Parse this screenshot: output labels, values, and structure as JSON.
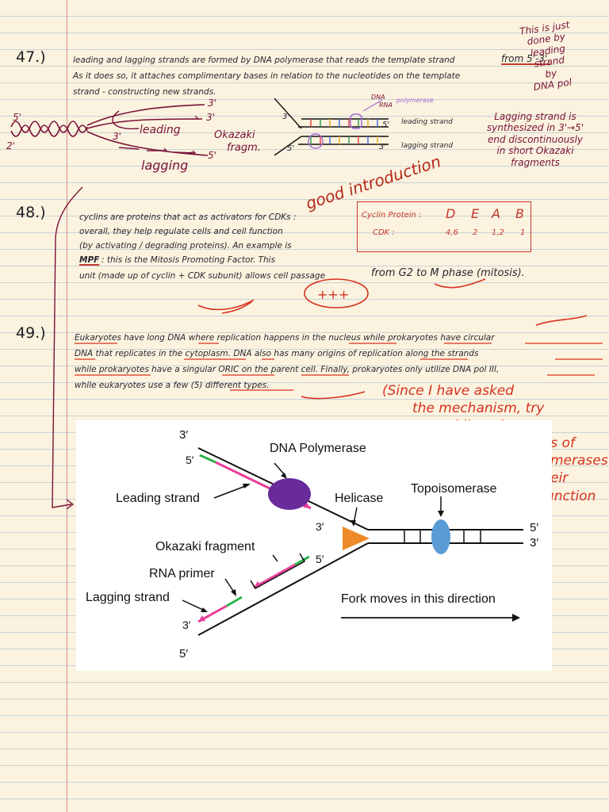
{
  "q47": {
    "number": "47.)",
    "line1": "leading and lagging strands are formed by DNA polymerase that reads the template strand",
    "line1_end": "from 5'-3'.",
    "line2": "As it does so, it attaches complimentary bases in relation to the nucleotides on the template",
    "line3": "strand - constructing new strands.",
    "sketch_left": {
      "p3a": "3'",
      "p5a": "5'",
      "p2": "2'",
      "p3b": "3'",
      "p3c": "3'",
      "p5b": "5'",
      "leading": "leading",
      "lagging": "lagging",
      "okazaki": "Okazaki",
      "fragm": "fragm."
    },
    "sketch_right": {
      "dna": "DNA",
      "rna": "RNA",
      "poly": "polymerase",
      "p3t": "3'",
      "p5t": "5'",
      "leading_strand": "leading strand",
      "p5m": "5'",
      "p3m": "3'",
      "lagging_strand": "lagging strand"
    },
    "comment_top": [
      "This is just",
      "done by",
      "leading",
      "strand",
      "by",
      "DNA pol"
    ],
    "comment_bottom": [
      "Lagging strand is",
      "synthesized in 3'→5'",
      "end discontinuously",
      "in short Okazaki",
      "fragments"
    ]
  },
  "teacher_comment_1": "good introduction",
  "q48": {
    "number": "48.)",
    "line1": "cyclins are proteins that act as activators for CDKs :",
    "line2": "overall, they help regulate cells and cell function",
    "line3": "(by activating / degrading proteins). An example is",
    "line4_a": "MPF",
    "line4_b": ": this is the Mitosis Promoting Factor. This",
    "line5": "unit (made up of cyclin + CDK subunit) allows cell passage",
    "line5_b": "from G2 to M phase (mitosis).",
    "plus": "+++",
    "table": {
      "row1_label": "Cyclin Protein :",
      "row1_values": [
        "D",
        "E",
        "A",
        "B"
      ],
      "row2_label": "CDK :",
      "row2_values": [
        "4,6",
        "2",
        "1,2",
        "1"
      ]
    }
  },
  "q49": {
    "number": "49.)",
    "line1": "Eukaryotes have long DNA where replication happens in the nucleus while prokaryotes have circular",
    "line2": "DNA that replicates in the cytoplasm. DNA also has many origins of replication along the strands",
    "line3": "while prokaryotes have a singular ORIC on the parent cell. Finally, prokaryotes only utilize DNA pol III,",
    "line4": "while eukaryotes use a few (5) different types.",
    "teacher_comment": [
      "(Since I have asked",
      "the mechanism, try",
      "adding about",
      "SSBs, types of",
      "polymerases",
      "& their",
      "function"
    ]
  },
  "diagram": {
    "p3_top_left": "3′",
    "p5_top_left": "5′",
    "dna_polymerase": "DNA Polymerase",
    "leading_strand": "Leading strand",
    "helicase": "Helicase",
    "topoisomerase": "Topoisomerase",
    "p3_mid": "3′",
    "okazaki_fragment": "Okazaki fragment",
    "p5_frag": "5′",
    "rna_primer": "RNA primer",
    "lagging_strand": "Lagging strand",
    "p3_bottom": "3′",
    "p5_bottom": "5′",
    "p5_right": "5′",
    "p3_right": "3′",
    "fork_direction": "Fork moves in this direction"
  },
  "colors": {
    "paper": "#fbf3df",
    "rule": "#c9d2d8",
    "margin": "#d98a8a",
    "pen_dark": "#2a2630",
    "pen_maroon": "#7a1238",
    "pen_red": "#d6321f",
    "polymerase": "#6a2a9a",
    "helicase": "#ef8a2a",
    "topoisomerase": "#5b9bd5",
    "new_strand": "#e83e9a",
    "primer": "#2db34a"
  }
}
